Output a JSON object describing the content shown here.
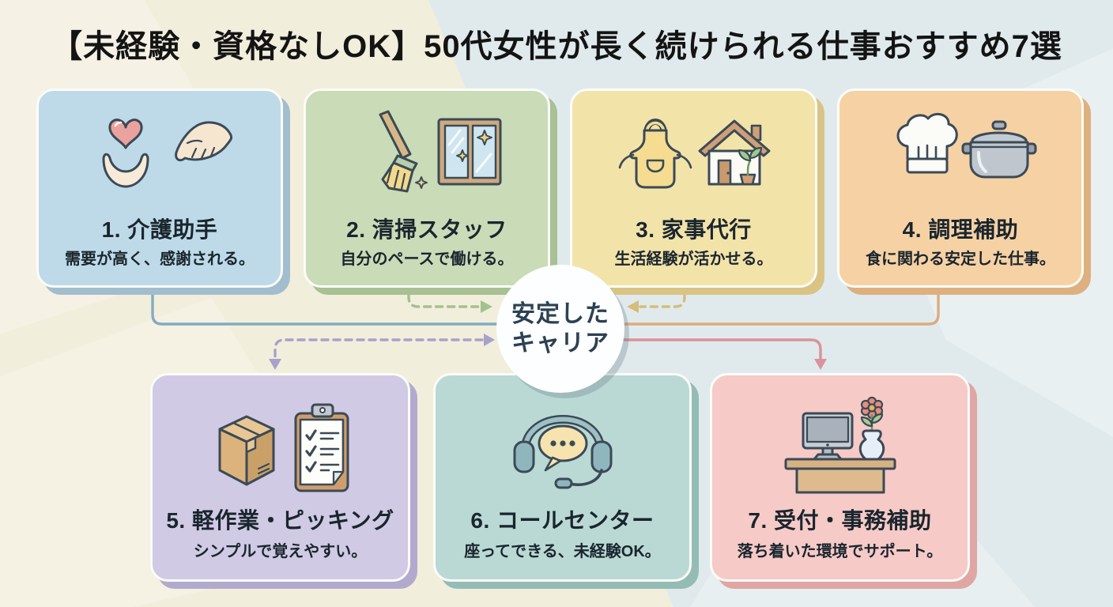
{
  "header": {
    "title": "【未経験・資格なしOK】50代女性が長く続けられる仕事おすすめ7選"
  },
  "center": {
    "line1": "安定した",
    "line2": "キャリア",
    "border_color": "#44596a",
    "text_color": "#2c4152"
  },
  "cards": [
    {
      "title": "1. 介護助手",
      "subtitle": "需要が高く、感謝される。",
      "icon": "hands-heart-icon",
      "colors": {
        "bg": "#bedae9",
        "shadow": "#a2bdcd"
      }
    },
    {
      "title": "2. 清掃スタッフ",
      "subtitle": "自分のペースで働ける。",
      "icon": "broom-window-icon",
      "colors": {
        "bg": "#c9dbb7",
        "shadow": "#a8c093"
      }
    },
    {
      "title": "3. 家事代行",
      "subtitle": "生活経験が活かせる。",
      "icon": "apron-house-icon",
      "colors": {
        "bg": "#f2e3a9",
        "shadow": "#d9c485"
      }
    },
    {
      "title": "4. 調理補助",
      "subtitle": "食に関わる安定した仕事。",
      "icon": "chef-hat-pot-icon",
      "colors": {
        "bg": "#f6d1a4",
        "shadow": "#deb080"
      }
    },
    {
      "title": "5. 軽作業・ピッキング",
      "subtitle": "シンプルで覚えやすい。",
      "icon": "box-clipboard-icon",
      "colors": {
        "bg": "#d0cae5",
        "shadow": "#b2aace"
      }
    },
    {
      "title": "6. コールセンター",
      "subtitle": "座ってできる、未経験OK。",
      "icon": "headset-icon",
      "colors": {
        "bg": "#bad9d4",
        "shadow": "#94bcb5"
      }
    },
    {
      "title": "7. 受付・事務補助",
      "subtitle": "落ち着いた環境でサポート。",
      "icon": "desk-computer-icon",
      "colors": {
        "bg": "#f6cac7",
        "shadow": "#dfa6a3"
      }
    }
  ],
  "connectors": {
    "care_to_center": "#82abc0",
    "cleaning_to_center": "#a3c18d",
    "housekeeping_to_center": "#d5bd7a",
    "cooking_to_center": "#dcab7d",
    "center_to_lightwork": "#aaa0cc",
    "center_to_reception": "#d9939a"
  },
  "palette": {
    "background_cream": "#f2eedc",
    "background_blue": "#e0eaed"
  }
}
